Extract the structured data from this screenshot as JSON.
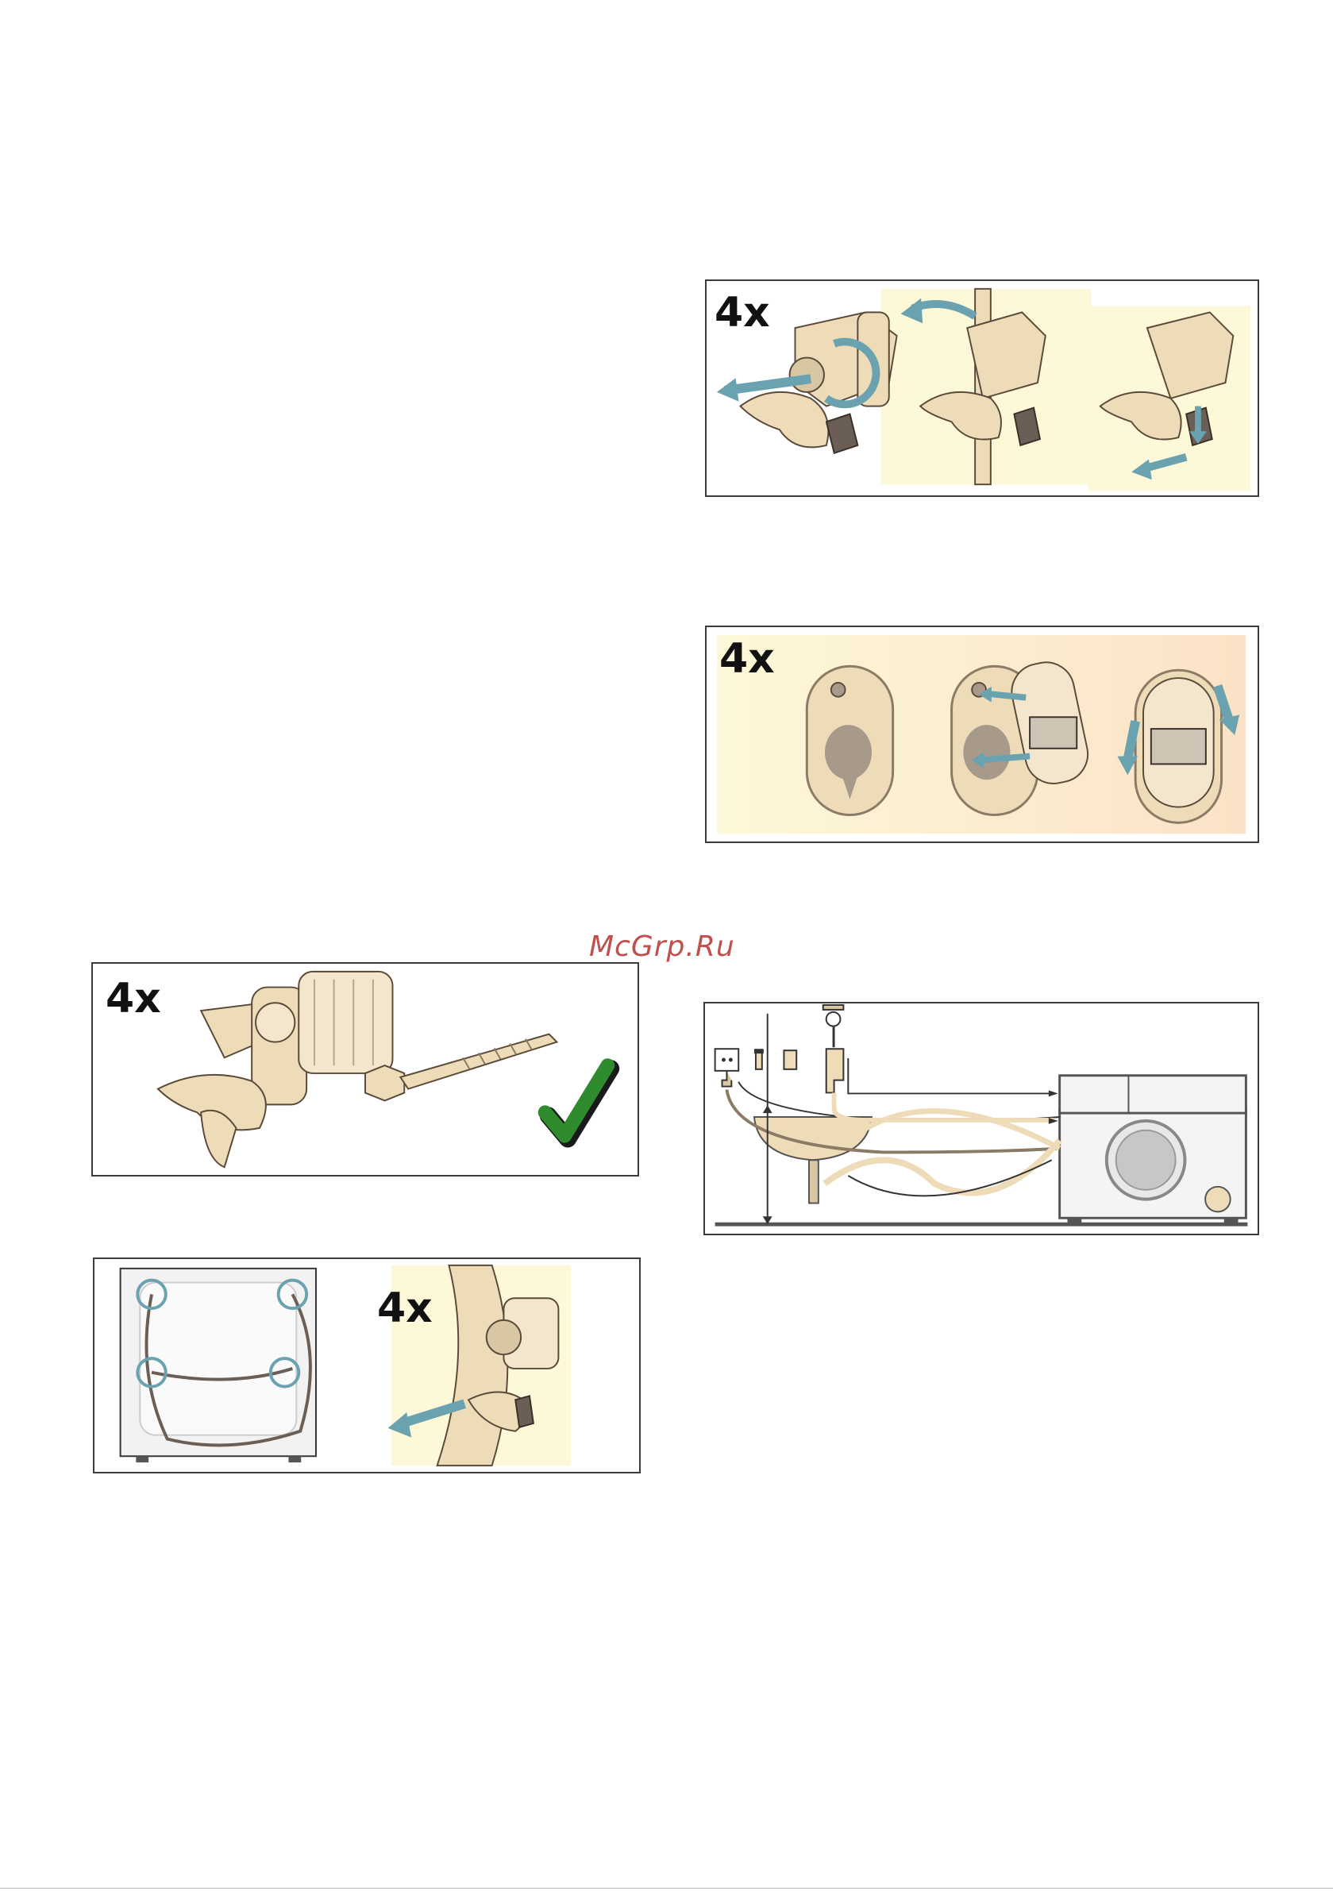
{
  "watermark": "McGrp.Ru",
  "panels": {
    "remove_bolts": {
      "badge": "4x"
    },
    "cover_caps": {
      "badge": "4x"
    },
    "keep_parts": {
      "badge": "4x"
    },
    "hose_release": {
      "badge": "4x"
    },
    "connection_overview": {}
  },
  "icons": {
    "check": "checkmark-icon",
    "arrow": "arrow-icon"
  },
  "colors": {
    "part_beige": "#eedcb8",
    "bg_yellow": "#fdf8d8",
    "bg_peach": "#fbe6cc",
    "arrow_blue": "#6aa2b0",
    "check_green": "#2e8b2e",
    "watermark": "#c0504d"
  }
}
